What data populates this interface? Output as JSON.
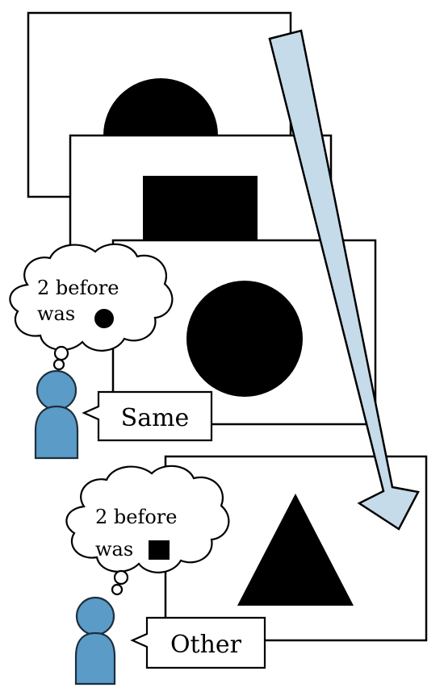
{
  "diagram": {
    "step3": {
      "thought_line1": "2 before",
      "thought_line2": "was",
      "recalled_shape": "circle",
      "response": "Same"
    },
    "step4": {
      "thought_line1": "2 before",
      "thought_line2": "was",
      "recalled_shape": "square",
      "response": "Other"
    },
    "sequence_shapes": [
      "circle",
      "square",
      "circle",
      "triangle"
    ],
    "colors": {
      "arrow_fill": "#c6dbe9",
      "person_fill": "#5b9bc7",
      "shape_fill": "#000000"
    }
  }
}
